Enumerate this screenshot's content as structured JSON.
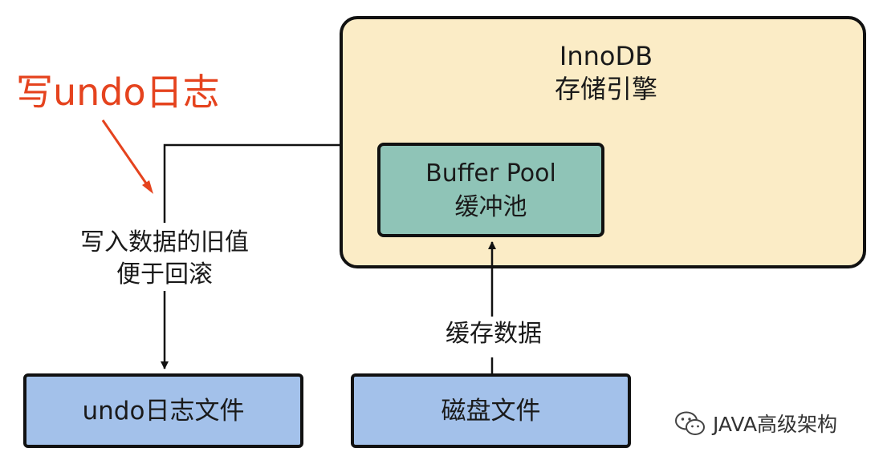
{
  "innodb": {
    "title_line1": "InnoDB",
    "title_line2": "存储引擎"
  },
  "buffer_pool": {
    "title_line1": "Buffer Pool",
    "title_line2": "缓冲池"
  },
  "undo_file": {
    "label": "undo日志文件"
  },
  "disk_file": {
    "label": "磁盘文件"
  },
  "undo_description": {
    "line1": "写入数据的旧值",
    "line2": "便于回滚"
  },
  "cache_label": "缓存数据",
  "annotation": {
    "text": "写undo日志",
    "color": "#e5431e"
  },
  "watermark": {
    "text": "JAVA高级架构",
    "icon": "wechat-icon"
  },
  "colors": {
    "innodb_fill": "#fbecc6",
    "buffer_pool_fill": "#8fc4b7",
    "file_fill": "#a3c1ea",
    "annotation_red": "#e5431e"
  }
}
